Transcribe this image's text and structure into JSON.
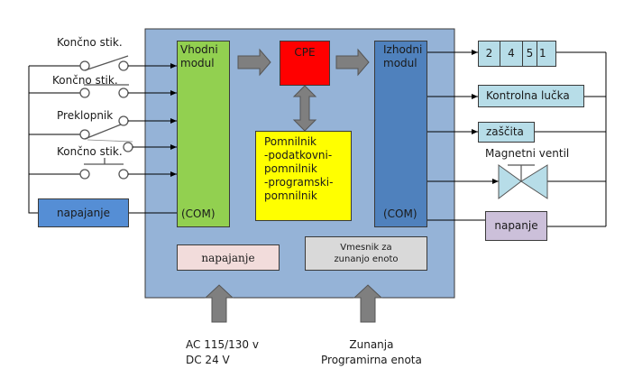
{
  "diagram": {
    "title": "PLC block diagram",
    "inputs": {
      "switches": [
        {
          "label": "Končno stik.",
          "type": "normally-open"
        },
        {
          "label": "Končno stik.",
          "type": "normally-closed"
        },
        {
          "label": "Preklopnik",
          "type": "changeover"
        },
        {
          "label": "Končno stik.",
          "type": "push-button"
        }
      ],
      "power_supply": "napajanje"
    },
    "plc": {
      "input_module": {
        "title": "Vhodni\nmodul",
        "com": "(COM)"
      },
      "cpu": "CPE",
      "memory": {
        "lines": [
          "Pomnilnik",
          "-podatkovni-",
          "pomnilnik",
          "-programski-",
          "pomnilnik"
        ]
      },
      "output_module": {
        "title": "Izhodni\nmodul",
        "com": "(COM)"
      },
      "power_unit": "napajanje",
      "interface": "Vmesnik za zunanjo enoto"
    },
    "outputs": {
      "display_digits": [
        "2",
        "4",
        "5",
        "1"
      ],
      "indicator_lamp": "Kontrolna lučka",
      "protection": "zaščita",
      "valve": "Magnetni ventil",
      "power_supply": "napanje"
    },
    "bottom_labels": {
      "power_input": [
        "AC 115/130 v",
        "DC 24 V"
      ],
      "programmer": [
        "Zunanja",
        "Programirna enota"
      ]
    },
    "colors": {
      "plc_body": "#95b3d7",
      "input_module": "#92d050",
      "cpu": "#ff0000",
      "memory": "#ffff00",
      "output_module": "#4f81bd",
      "left_power": "#558ed5",
      "plc_power": "#f2dcdb",
      "interface": "#d9d9d9",
      "output_boxes": "#b7dde8",
      "right_power": "#ccc0da",
      "arrow": "#7f7f7f"
    }
  }
}
